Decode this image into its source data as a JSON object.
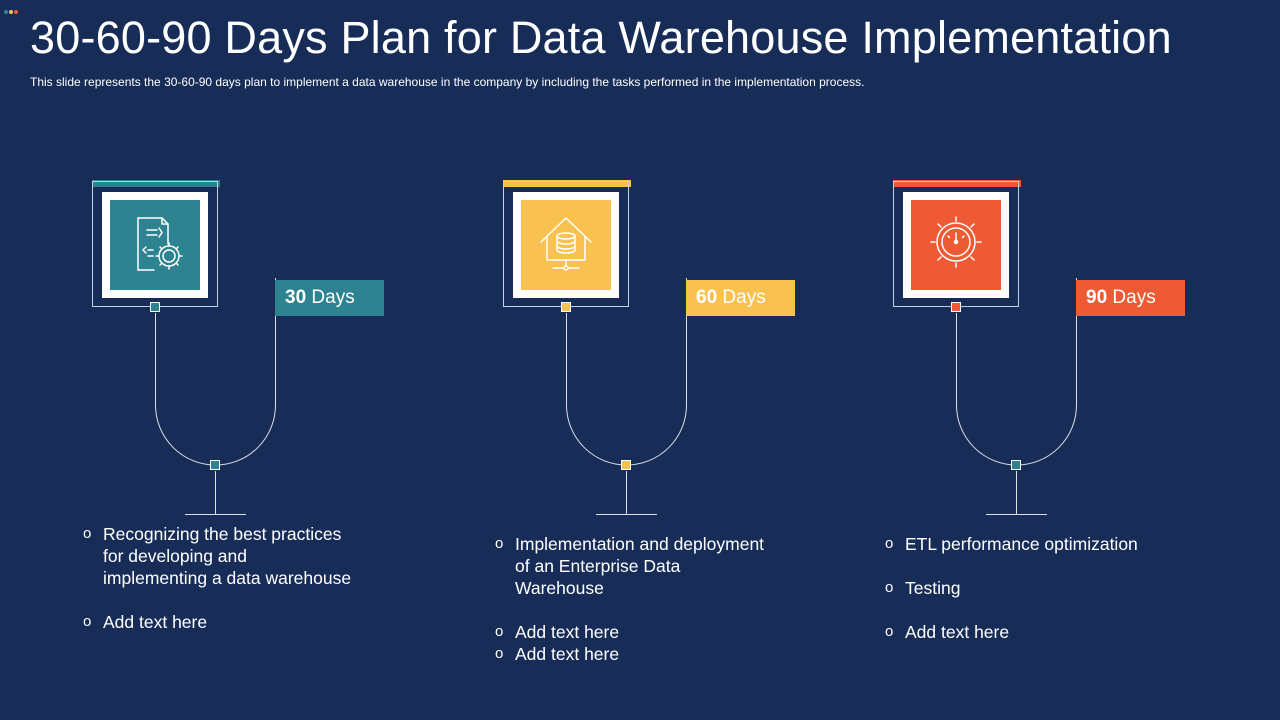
{
  "title": "30-60-90 Days Plan for Data Warehouse Implementation",
  "subtitle": "This slide represents the 30-60-90  days plan to implement a data warehouse  in the company by including the tasks performed  in the implementation process.",
  "colors": {
    "background": "#172d58",
    "teal": "#2e8390",
    "yellow": "#f8c150",
    "orange": "#ee5a33"
  },
  "phases": [
    {
      "flag_number": "30",
      "flag_unit": "Days",
      "icon": "document-gear-icon",
      "bullets": [
        "Recognizing the best practices for developing and implementing a data warehouse",
        "Add text here"
      ]
    },
    {
      "flag_number": "60",
      "flag_unit": "Days",
      "icon": "house-database-icon",
      "bullets": [
        "Implementation and deployment of an Enterprise Data Warehouse",
        "Add text here",
        "Add text here"
      ]
    },
    {
      "flag_number": "90",
      "flag_unit": "Days",
      "icon": "gear-speedometer-icon",
      "bullets": [
        "ETL performance optimization",
        "Testing",
        "Add text here"
      ]
    }
  ]
}
